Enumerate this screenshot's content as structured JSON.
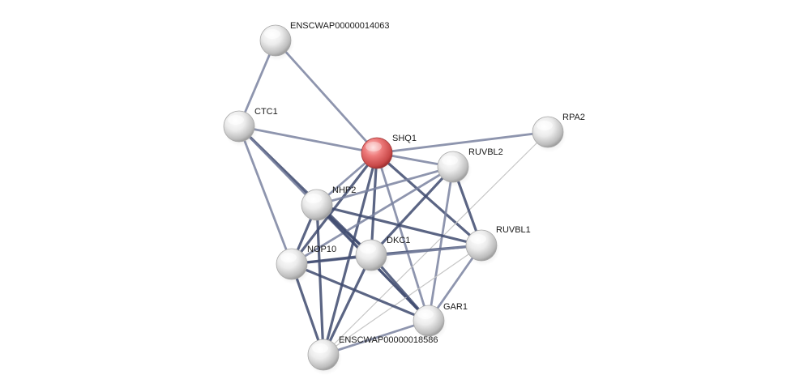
{
  "network": {
    "center_node": "SHQ1",
    "colors": {
      "center_fill": "#e05a5a",
      "node_fill": "#d8d8d8",
      "edge_strong": "#3e4a6e",
      "edge_medium": "#7a82a0",
      "edge_weak": "#c6c6c6"
    },
    "nodes": [
      {
        "id": "ENSCWAP00000014063",
        "label": "ENSCWAP00000014063"
      },
      {
        "id": "CTC1",
        "label": "CTC1"
      },
      {
        "id": "SHQ1",
        "label": "SHQ1"
      },
      {
        "id": "RPA2",
        "label": "RPA2"
      },
      {
        "id": "RUVBL2",
        "label": "RUVBL2"
      },
      {
        "id": "NHP2",
        "label": "NHP2"
      },
      {
        "id": "RUVBL1",
        "label": "RUVBL1"
      },
      {
        "id": "DKC1",
        "label": "DKC1"
      },
      {
        "id": "NOP10",
        "label": "NOP10"
      },
      {
        "id": "GAR1",
        "label": "GAR1"
      },
      {
        "id": "ENSCWAP00000018586",
        "label": "ENSCWAP00000018586"
      }
    ],
    "edges": [
      {
        "source": "ENSCWAP00000014063",
        "target": "CTC1",
        "strength": "medium"
      },
      {
        "source": "ENSCWAP00000014063",
        "target": "SHQ1",
        "strength": "medium"
      },
      {
        "source": "CTC1",
        "target": "SHQ1",
        "strength": "medium"
      },
      {
        "source": "CTC1",
        "target": "NHP2",
        "strength": "medium"
      },
      {
        "source": "CTC1",
        "target": "NOP10",
        "strength": "medium"
      },
      {
        "source": "CTC1",
        "target": "DKC1",
        "strength": "strong"
      },
      {
        "source": "CTC1",
        "target": "GAR1",
        "strength": "medium"
      },
      {
        "source": "SHQ1",
        "target": "RPA2",
        "strength": "medium"
      },
      {
        "source": "SHQ1",
        "target": "RUVBL2",
        "strength": "medium"
      },
      {
        "source": "SHQ1",
        "target": "NHP2",
        "strength": "medium"
      },
      {
        "source": "SHQ1",
        "target": "RUVBL1",
        "strength": "strong"
      },
      {
        "source": "SHQ1",
        "target": "DKC1",
        "strength": "strong"
      },
      {
        "source": "SHQ1",
        "target": "NOP10",
        "strength": "strong"
      },
      {
        "source": "SHQ1",
        "target": "GAR1",
        "strength": "medium"
      },
      {
        "source": "SHQ1",
        "target": "ENSCWAP00000018586",
        "strength": "strong"
      },
      {
        "source": "RPA2",
        "target": "ENSCWAP00000018586",
        "strength": "weak"
      },
      {
        "source": "RUVBL2",
        "target": "NHP2",
        "strength": "medium"
      },
      {
        "source": "RUVBL2",
        "target": "RUVBL1",
        "strength": "strong"
      },
      {
        "source": "RUVBL2",
        "target": "DKC1",
        "strength": "strong"
      },
      {
        "source": "RUVBL2",
        "target": "NOP10",
        "strength": "medium"
      },
      {
        "source": "RUVBL2",
        "target": "GAR1",
        "strength": "medium"
      },
      {
        "source": "NHP2",
        "target": "RUVBL1",
        "strength": "strong"
      },
      {
        "source": "NHP2",
        "target": "DKC1",
        "strength": "strong"
      },
      {
        "source": "NHP2",
        "target": "NOP10",
        "strength": "strong"
      },
      {
        "source": "NHP2",
        "target": "GAR1",
        "strength": "strong"
      },
      {
        "source": "NHP2",
        "target": "ENSCWAP00000018586",
        "strength": "strong"
      },
      {
        "source": "RUVBL1",
        "target": "DKC1",
        "strength": "strong"
      },
      {
        "source": "RUVBL1",
        "target": "NOP10",
        "strength": "medium"
      },
      {
        "source": "RUVBL1",
        "target": "GAR1",
        "strength": "medium"
      },
      {
        "source": "RUVBL1",
        "target": "ENSCWAP00000018586",
        "strength": "weak"
      },
      {
        "source": "DKC1",
        "target": "NOP10",
        "strength": "strong"
      },
      {
        "source": "DKC1",
        "target": "GAR1",
        "strength": "strong"
      },
      {
        "source": "DKC1",
        "target": "ENSCWAP00000018586",
        "strength": "strong"
      },
      {
        "source": "NOP10",
        "target": "GAR1",
        "strength": "strong"
      },
      {
        "source": "NOP10",
        "target": "ENSCWAP00000018586",
        "strength": "strong"
      },
      {
        "source": "GAR1",
        "target": "ENSCWAP00000018586",
        "strength": "medium"
      }
    ]
  }
}
